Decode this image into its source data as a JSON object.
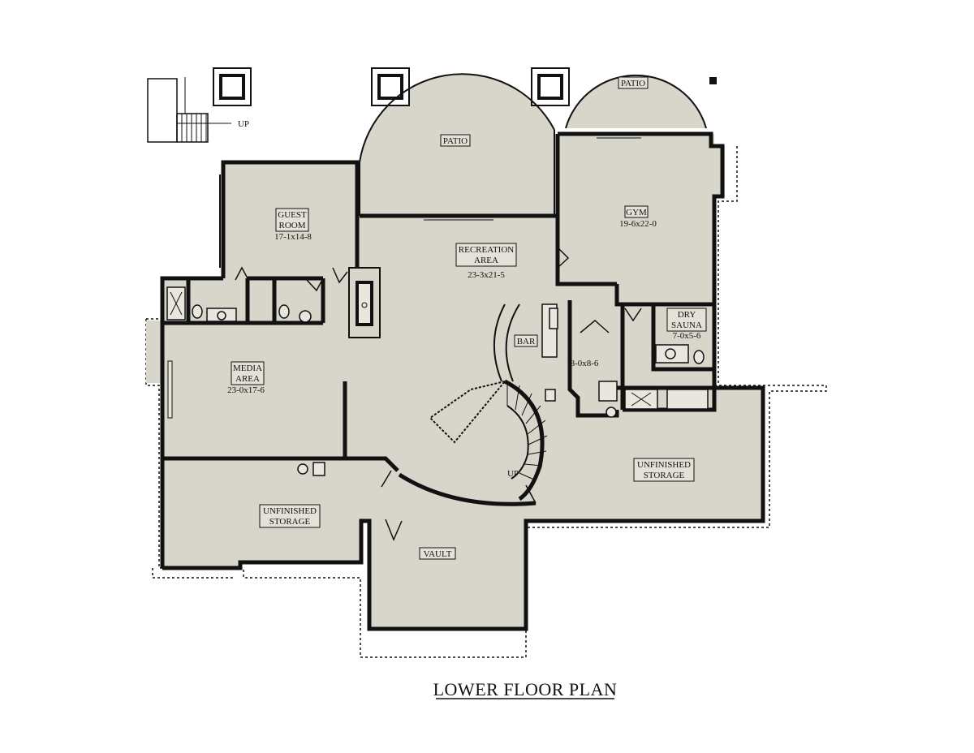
{
  "plan": {
    "title": "LOWER FLOOR PLAN",
    "rooms": {
      "patio_left": {
        "name": "PATIO"
      },
      "patio_right": {
        "name": "PATIO"
      },
      "guest_room": {
        "name_line1": "GUEST",
        "name_line2": "ROOM",
        "dims": "17-1x14-8"
      },
      "recreation": {
        "name_line1": "RECREATION",
        "name_line2": "AREA",
        "dims": "23-3x21-5"
      },
      "gym": {
        "name": "GYM",
        "dims": "19-6x22-0"
      },
      "dry_sauna": {
        "name_line1": "DRY",
        "name_line2": "SAUNA",
        "dims": "7-0x5-6"
      },
      "bar": {
        "name": "BAR"
      },
      "small_room": {
        "dims": "8-0x8-6"
      },
      "media": {
        "name_line1": "MEDIA",
        "name_line2": "AREA",
        "dims": "23-0x17-6"
      },
      "storage_left": {
        "name_line1": "UNFINISHED",
        "name_line2": "STORAGE"
      },
      "storage_right": {
        "name_line1": "UNFINISHED",
        "name_line2": "STORAGE"
      },
      "vault": {
        "name": "VAULT"
      }
    },
    "stair_labels": {
      "outdoor_up": "UP",
      "spiral_up": "UP"
    },
    "colors": {
      "floor": "#d8d5cb",
      "wall": "#111111",
      "background": "#ffffff"
    }
  }
}
